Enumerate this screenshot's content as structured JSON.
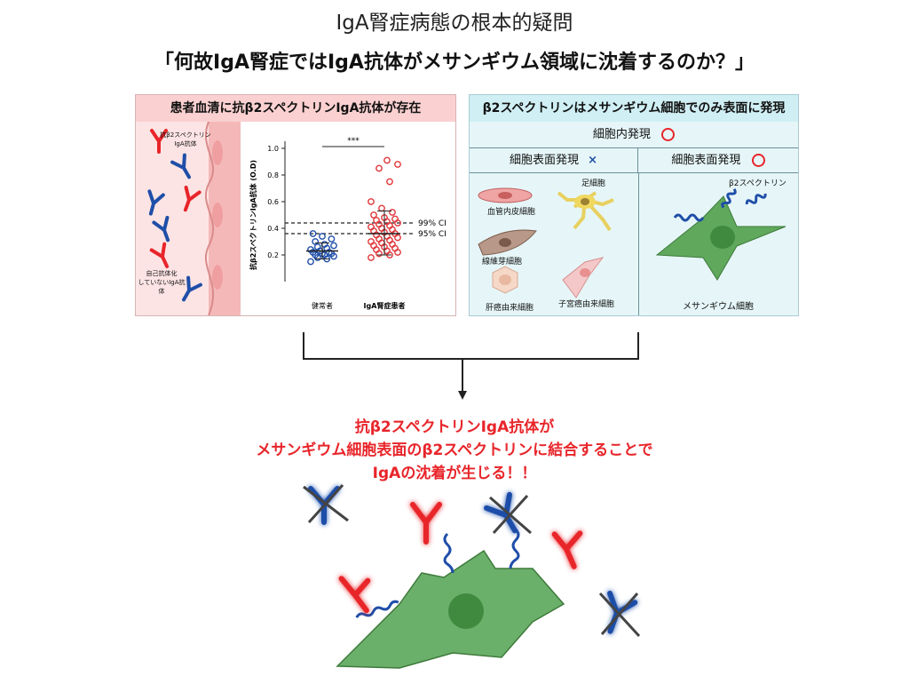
{
  "title": "IgA腎症病態の根本的疑問",
  "question": "「何故IgA腎症ではIgA抗体がメサンギウム領域に沈着するのか？」",
  "left_panel": {
    "title": "患者血清に抗β2スペクトリンIgA抗体が存在",
    "antibody_label_1a": "抗β2スペクトリン",
    "antibody_label_1b": "IgA抗体",
    "antibody_label_2a": "自己抗体化",
    "antibody_label_2b": "していないIgA抗体"
  },
  "right_panel": {
    "title": "β2スペクトリンはメサンギウム細胞でのみ表面に発現",
    "intracellular": "細胞内発現",
    "surface_no": "細胞表面発現",
    "surface_yes": "細胞表面発現",
    "cell_types": [
      "血管内皮細胞",
      "足細胞",
      "線維芽細胞",
      "肝癌由来細胞",
      "子宮癌由来細胞"
    ],
    "mesangial_label": "メサンギウム細胞",
    "spectrin_label": "β2スペクトリン"
  },
  "chart_data": {
    "type": "scatter",
    "categories": [
      "健常者",
      "IgA腎症患者"
    ],
    "ylabel": "抗β2スペクトリンIgA抗体 (O.D)",
    "ylim": [
      0,
      1.0
    ],
    "yticks": [
      "0.2",
      "0.4",
      "0.6",
      "0.8",
      "1.0"
    ],
    "significance": "***",
    "reference_lines": [
      {
        "name": "99% CI",
        "value": 0.44
      },
      {
        "name": "95% CI",
        "value": 0.36
      }
    ],
    "series": [
      {
        "values": [
          0.15,
          0.17,
          0.18,
          0.19,
          0.2,
          0.2,
          0.21,
          0.21,
          0.22,
          0.22,
          0.23,
          0.24,
          0.25,
          0.26,
          0.27,
          0.28,
          0.3,
          0.32,
          0.34,
          0.36
        ],
        "mean": 0.23,
        "sd_low": 0.17,
        "sd_high": 0.29,
        "color": "#1f4ea8"
      },
      {
        "values": [
          0.18,
          0.2,
          0.21,
          0.22,
          0.23,
          0.24,
          0.25,
          0.26,
          0.27,
          0.28,
          0.29,
          0.3,
          0.31,
          0.32,
          0.33,
          0.34,
          0.35,
          0.36,
          0.37,
          0.38,
          0.39,
          0.4,
          0.41,
          0.42,
          0.43,
          0.44,
          0.45,
          0.46,
          0.47,
          0.48,
          0.5,
          0.52,
          0.55,
          0.6,
          0.75,
          0.85,
          0.88,
          0.91
        ],
        "mean": 0.36,
        "sd_low": 0.2,
        "sd_high": 0.53,
        "color": "#e0363a"
      }
    ]
  },
  "conclusion": {
    "line1": "抗β2スペクトリンIgA抗体が",
    "line2": "メサンギウム細胞表面のβ2スペクトリンに結合することで",
    "line3": "IgAの沈着が生じる！！"
  },
  "colors": {
    "red": "#e8252a",
    "blue": "#1f4ea8",
    "green": "#5fa85c"
  }
}
